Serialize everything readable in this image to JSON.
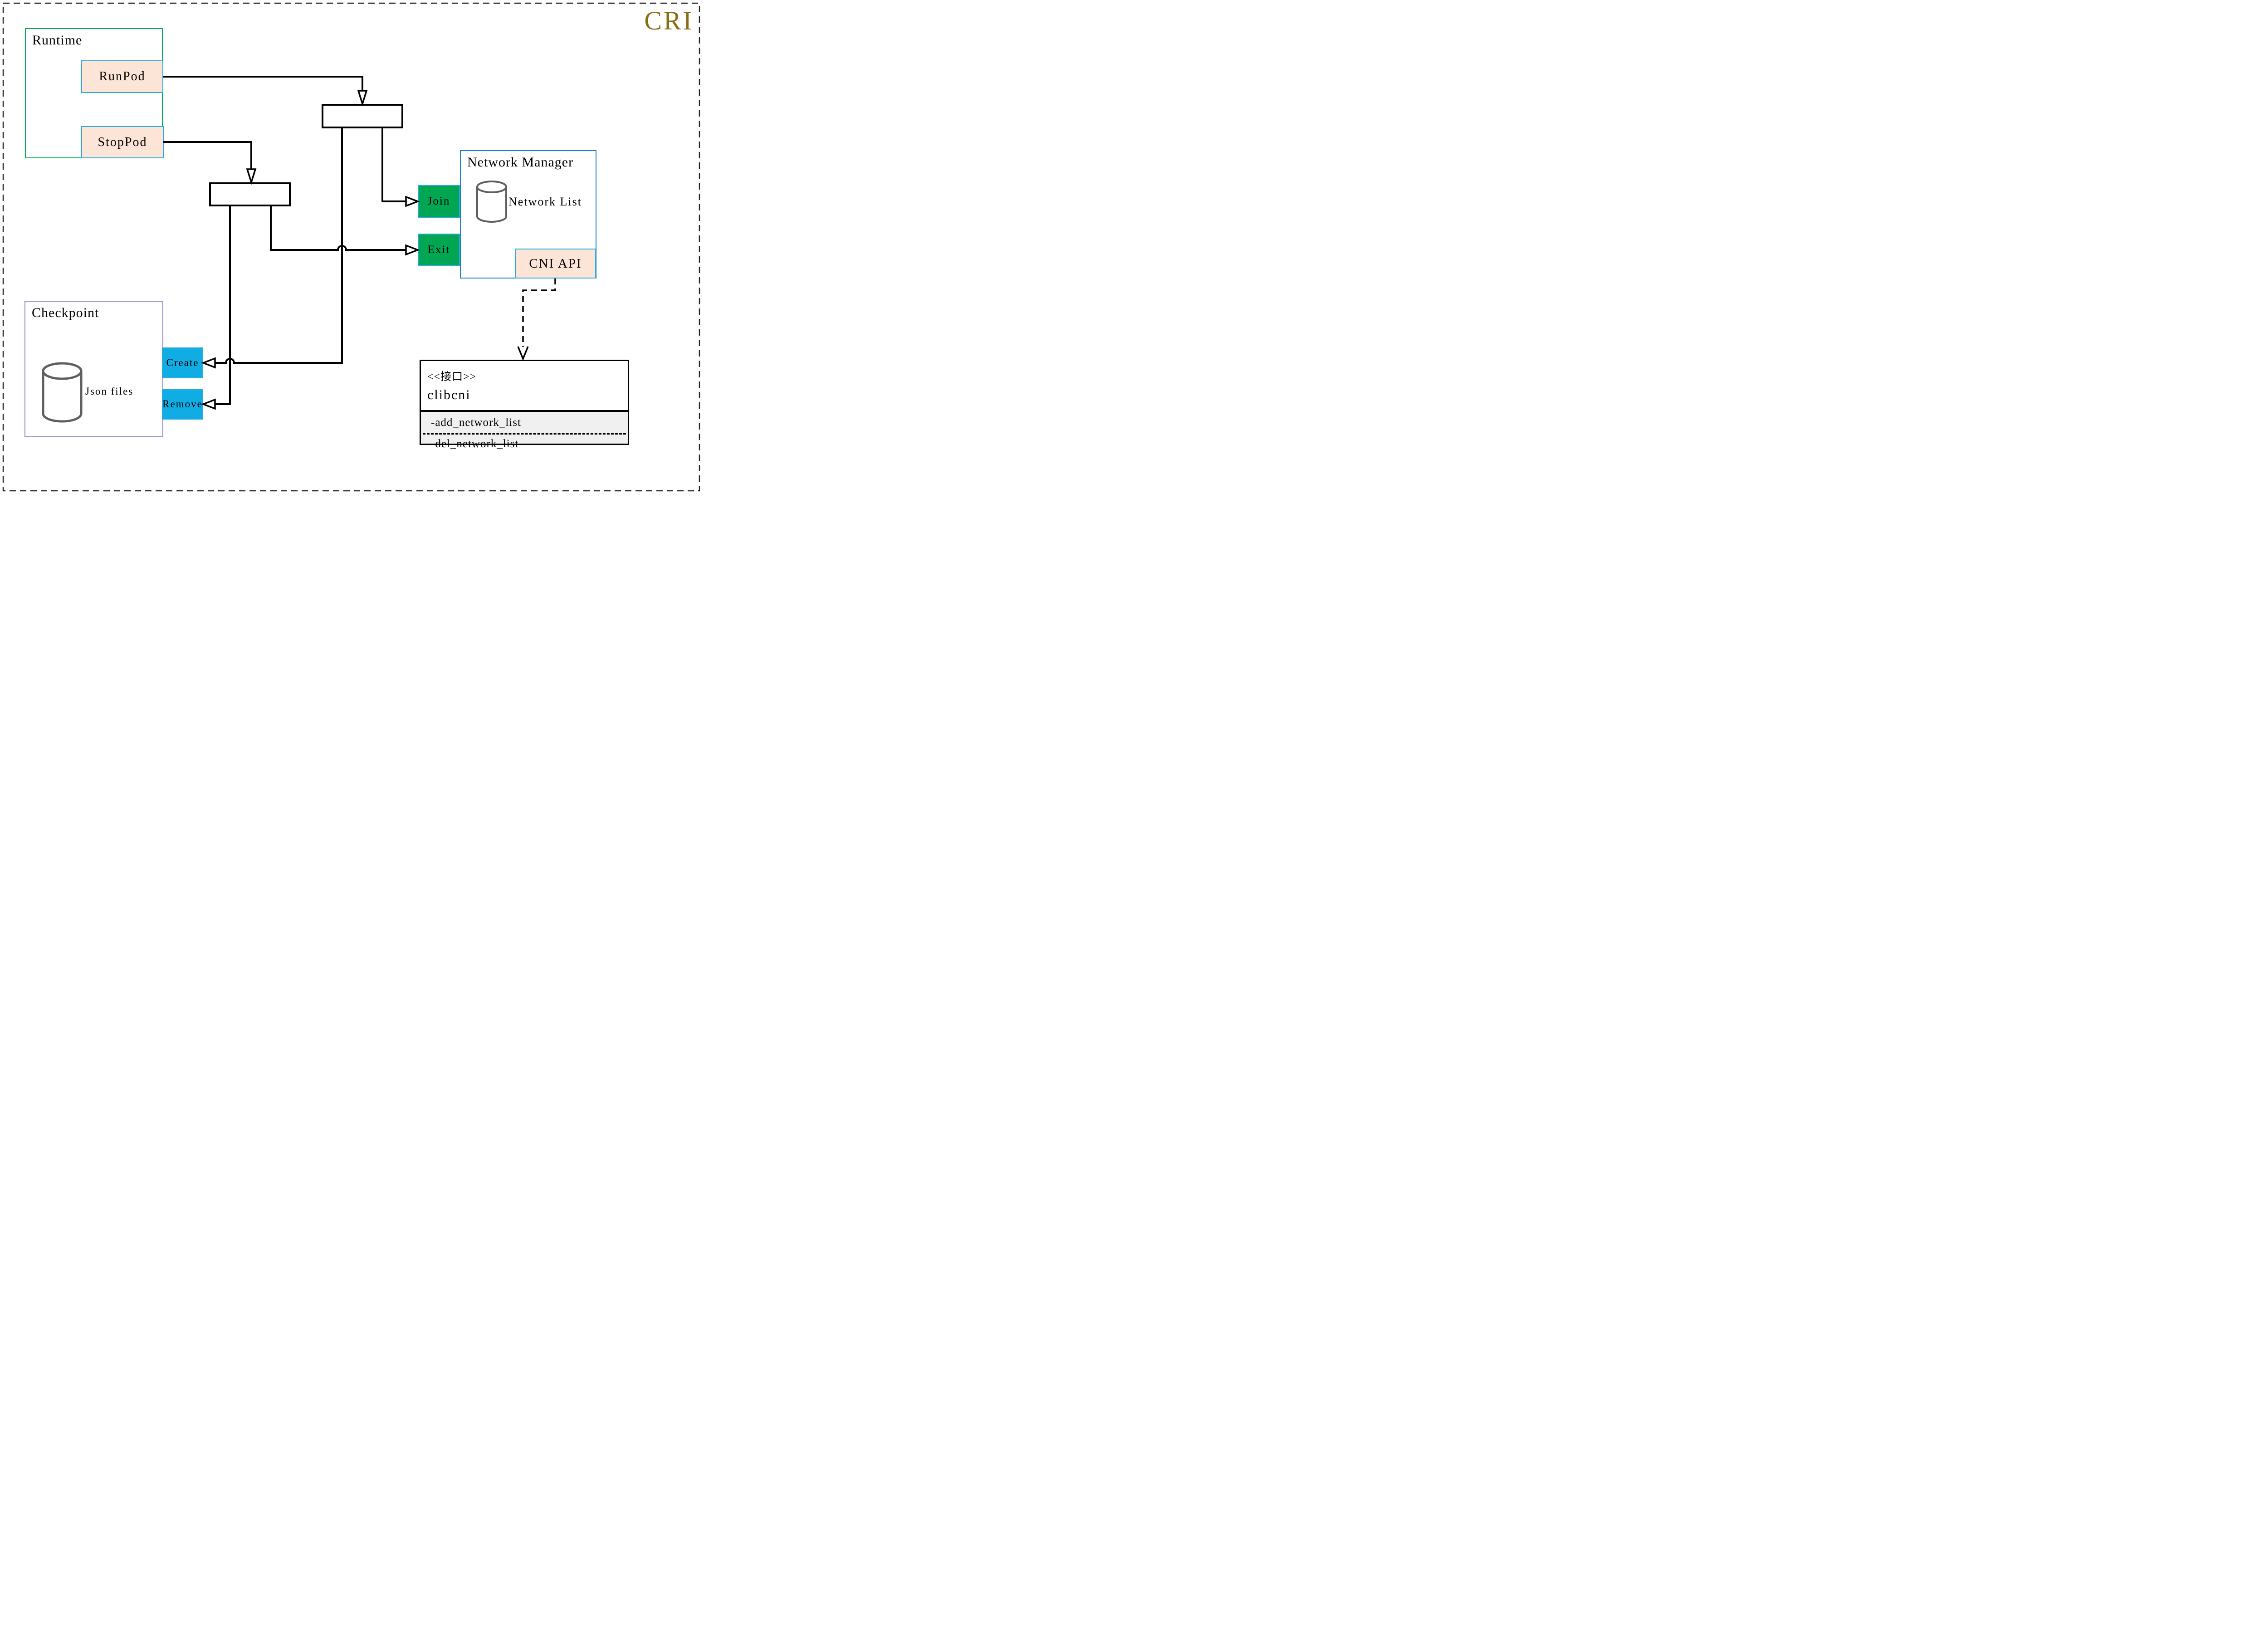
{
  "diagram_title": "CRI",
  "colors": {
    "title": "#8A6D13",
    "runtime_border": "#00B05A",
    "checkpoint_border": "#9683C5",
    "network_manager_border": "#1F7FC4",
    "accent_cyan_border": "#29ABE2",
    "peach_fill": "#FCE4D6",
    "green_fill": "#00A651",
    "blue_fill": "#10ACE4",
    "methods_bg": "#F0F0F0",
    "cylinder_stroke": "#5F5F5F"
  },
  "runtime": {
    "label": "Runtime",
    "buttons": [
      {
        "label": "RunPod"
      },
      {
        "label": "StopPod"
      }
    ]
  },
  "checkpoint": {
    "label": "Checkpoint",
    "store_label": "Json files",
    "buttons": [
      {
        "label": "Create"
      },
      {
        "label": "Remove"
      }
    ]
  },
  "network_manager": {
    "label": "Network Manager",
    "store_label": "Network List",
    "buttons": [
      {
        "label": "Join"
      },
      {
        "label": "Exit"
      }
    ],
    "api_label": "CNI API"
  },
  "interface_class": {
    "stereotype": "<<接口>>",
    "name": "clibcni",
    "methods": [
      "-add_network_list",
      "-del_network_list"
    ]
  }
}
